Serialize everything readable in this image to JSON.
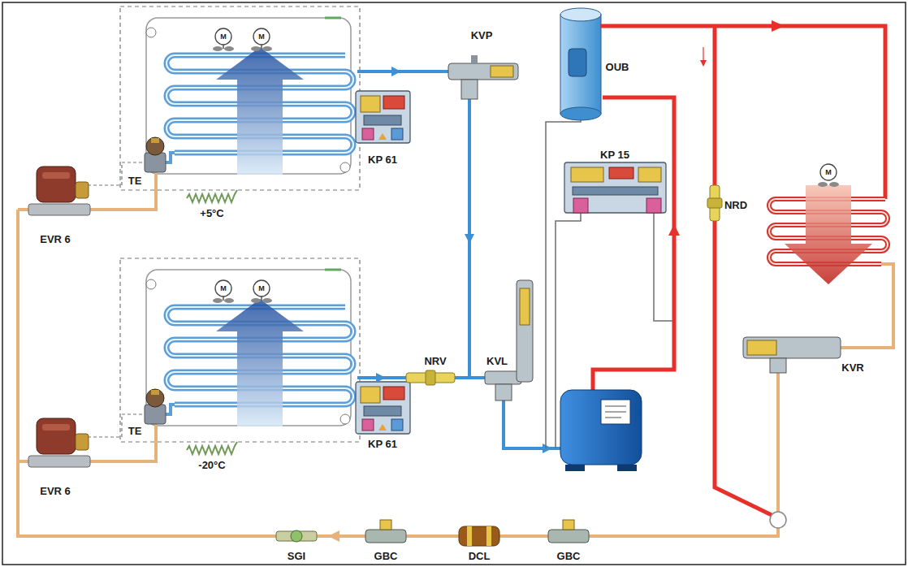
{
  "diagram": {
    "labels": [
      "KVP",
      "M",
      "M",
      "OUB",
      "KP 15",
      "KP 61",
      "M",
      "TE",
      "NRD",
      "+5°C",
      "EVR 6",
      "M",
      "M",
      "NRV",
      "KVL",
      "KVR",
      "TE",
      "KP 61",
      "-20°C",
      "EVR 6",
      "SGI",
      "GBC",
      "DCL",
      "GBC"
    ]
  }
}
